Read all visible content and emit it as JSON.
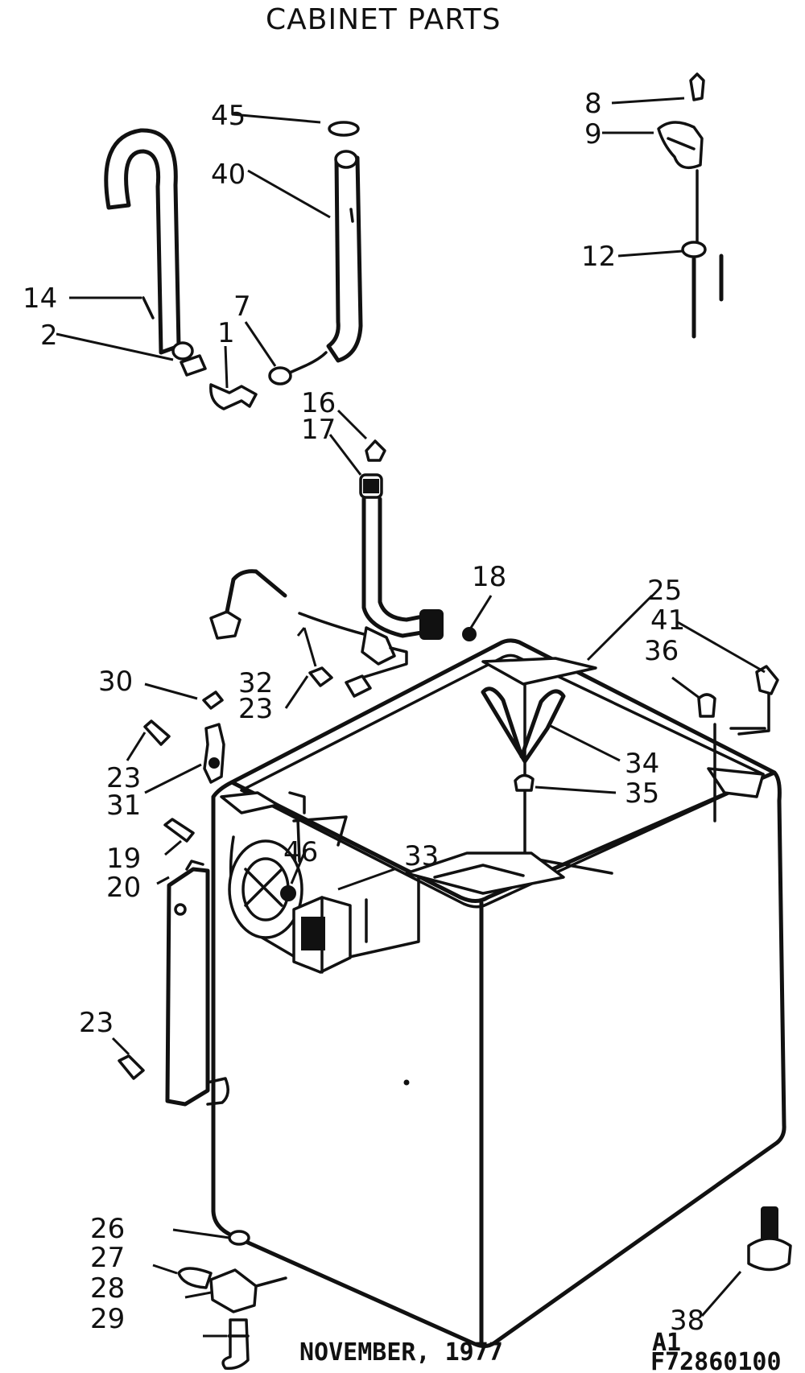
{
  "title": "CABINET PARTS",
  "labels": {
    "p45": "45",
    "p40": "40",
    "p8": "8",
    "p9": "9",
    "p12": "12",
    "p14": "14",
    "p2": "2",
    "p1": "1",
    "p7": "7",
    "p16": "16",
    "p17": "17",
    "p18": "18",
    "p25": "25",
    "p41": "41",
    "p36": "36",
    "p34": "34",
    "p35": "35",
    "p30": "30",
    "p32": "32",
    "p23a": "23",
    "p23b": "23",
    "p31": "31",
    "p19": "19",
    "p20": "20",
    "p46": "46",
    "p33": "33",
    "p23c": "23",
    "p26": "26",
    "p27": "27",
    "p28": "28",
    "p29": "29",
    "p38": "38"
  },
  "footer": {
    "date": "NOVEMBER, 1977",
    "code1": "A1",
    "code2": "F72860100"
  }
}
